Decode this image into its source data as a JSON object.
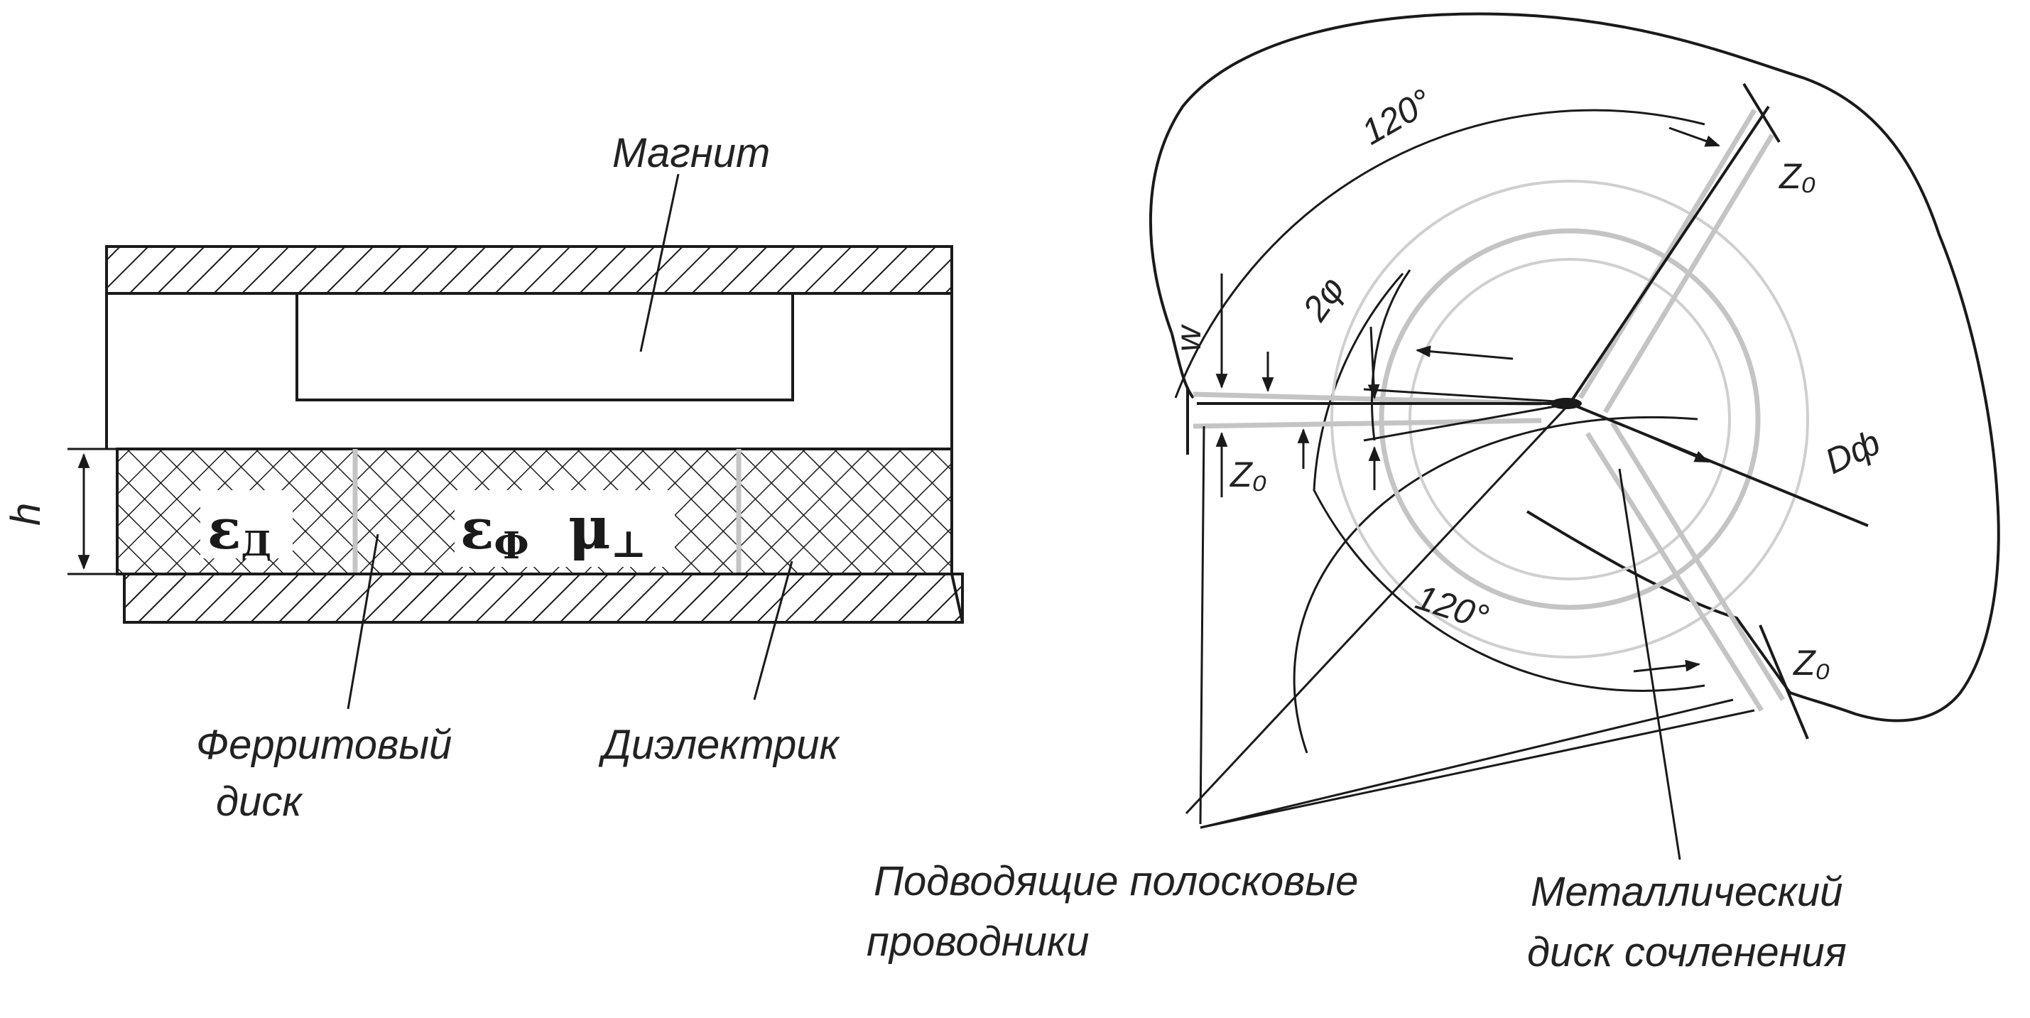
{
  "labels": {
    "magnet": "Магнит",
    "ferrite_disk_line1": "Ферритовый",
    "ferrite_disk_line2": "диск",
    "dielectric": "Диэлектрик",
    "feed_strips_line1": "Подводящие полосковые",
    "feed_strips_line2": "проводники",
    "metal_disk_line1": "Металлический",
    "metal_disk_line2": "диск сочленения"
  },
  "symbols": {
    "h": "h",
    "eps_d": "ε",
    "eps_d_sub": "Д",
    "eps_f": "ε",
    "eps_f_sub": "Ф",
    "mu_perp": "μ",
    "mu_perp_sub": "⊥",
    "w": "w",
    "z0_top": "Z₀",
    "z0_bottom": "Z₀",
    "z0_left": "Z₀",
    "d_f": "Dф",
    "two_phi": "2φ"
  },
  "angles": {
    "top": "120°",
    "bottom": "120°"
  },
  "colors": {
    "ink": "#1a1a1a",
    "faint": "#c4c4c4",
    "background": "#ffffff"
  }
}
